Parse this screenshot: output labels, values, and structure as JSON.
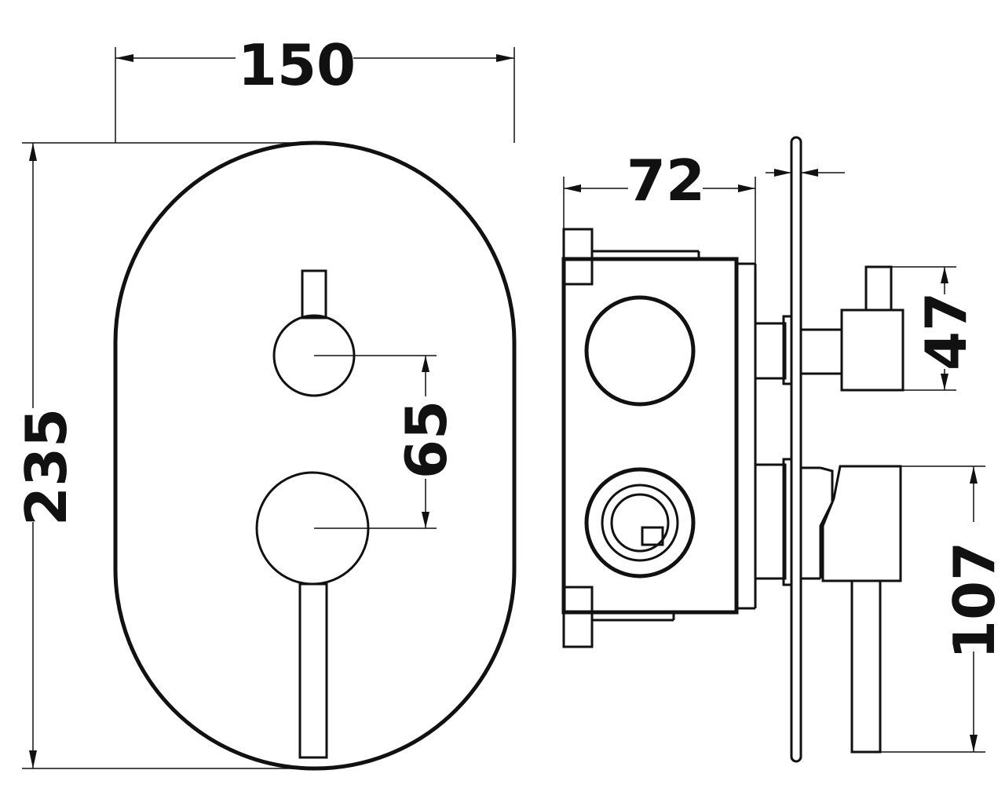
{
  "dimensions": {
    "plate_width": "150",
    "plate_height": "235",
    "handle_spacing": "65",
    "body_depth": "72",
    "outlet_height": "47",
    "lever_length": "107"
  },
  "colors": {
    "line": "#111111",
    "background": "#ffffff"
  }
}
